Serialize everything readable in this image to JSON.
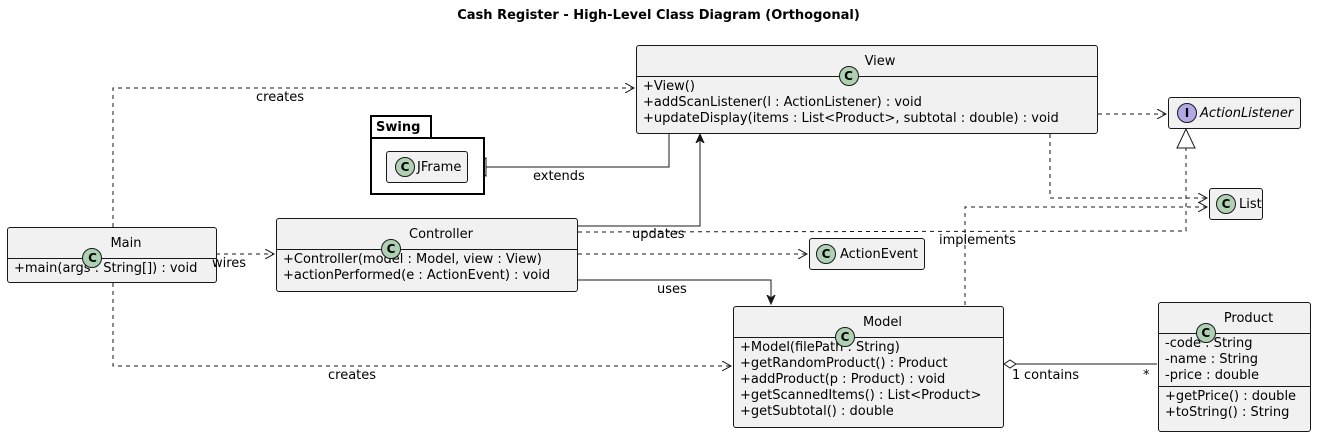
{
  "diagram": {
    "title": "Cash Register - High-Level Class Diagram (Orthogonal)",
    "package_swing": "Swing",
    "classes": {
      "view": {
        "name": "View",
        "stereotype": "C",
        "members": [
          "+View()",
          "+addScanListener(l : ActionListener) : void",
          "+updateDisplay(items : List<Product>, subtotal : double) : void"
        ]
      },
      "jframe": {
        "name": "JFrame",
        "stereotype": "C"
      },
      "action_listener": {
        "name": "ActionListener",
        "stereotype": "I"
      },
      "list": {
        "name": "List",
        "stereotype": "C"
      },
      "main": {
        "name": "Main",
        "stereotype": "C",
        "members": [
          "+main(args : String[]) : void"
        ]
      },
      "controller": {
        "name": "Controller",
        "stereotype": "C",
        "members": [
          "+Controller(model : Model, view : View)",
          "+actionPerformed(e : ActionEvent) : void"
        ]
      },
      "action_event": {
        "name": "ActionEvent",
        "stereotype": "C"
      },
      "model": {
        "name": "Model",
        "stereotype": "C",
        "members": [
          "+Model(filePath : String)",
          "+getRandomProduct() : Product",
          "+addProduct(p : Product) : void",
          "+getScannedItems() : List<Product>",
          "+getSubtotal() : double"
        ]
      },
      "product": {
        "name": "Product",
        "stereotype": "C",
        "fields": [
          "-code : String",
          "-name : String",
          "-price : double"
        ],
        "methods": [
          "+getPrice() : double",
          "+toString() : String"
        ]
      }
    },
    "edge_labels": {
      "main_creates_view": "creates",
      "jframe_extends": "extends",
      "main_wires_controller": "wires",
      "controller_updates_view": "updates",
      "model_implements": "implements",
      "controller_uses_model": "uses",
      "main_creates_model": "creates",
      "model_contains_product": "contains",
      "model_multiplicity": "1",
      "product_multiplicity": "*"
    }
  }
}
